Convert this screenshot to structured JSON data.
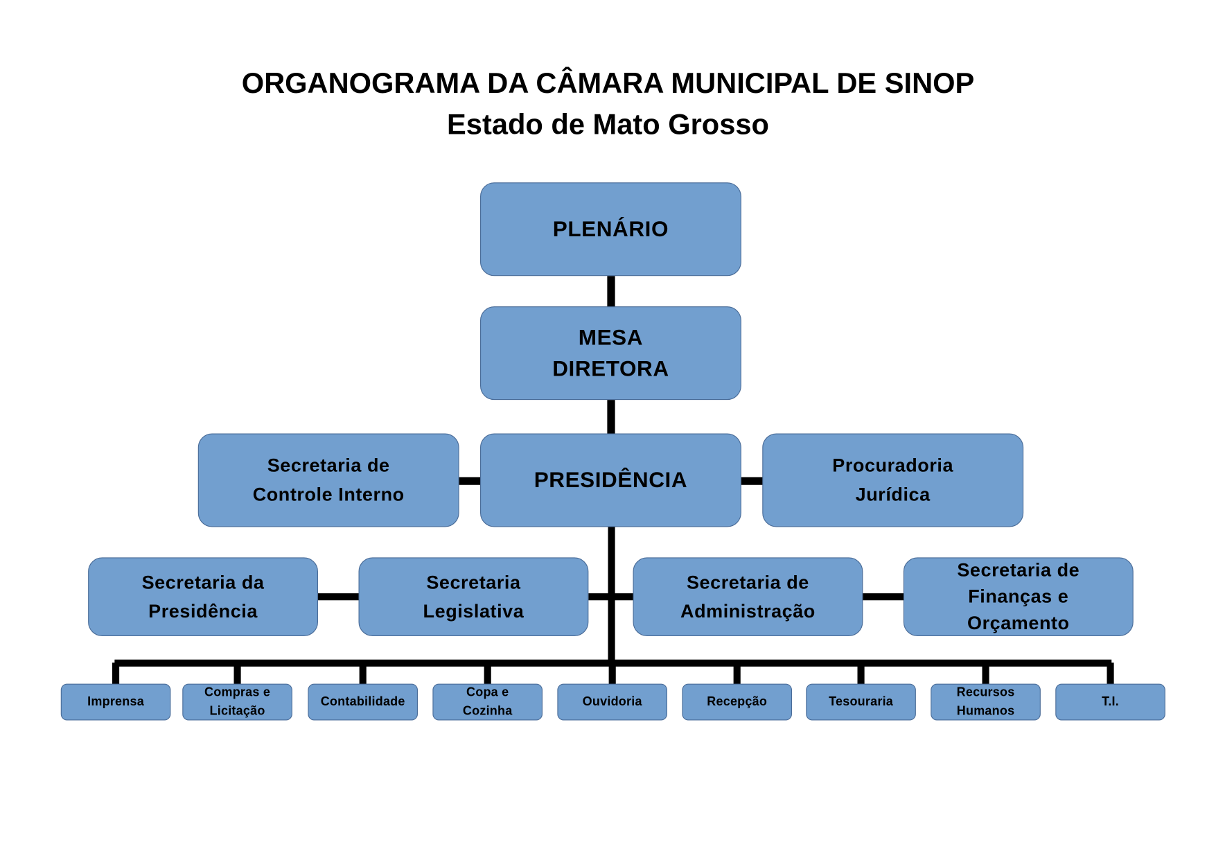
{
  "title": "ORGANOGRAMA DA CÂMARA MUNICIPAL DE SINOP",
  "subtitle": "Estado de Mato Grosso",
  "colors": {
    "box_fill": "#729fcf",
    "box_border": "#4a6c98",
    "connector": "#000000"
  },
  "nodes": {
    "plenario": "PLENÁRIO",
    "mesa": "MESA\nDIRETORA",
    "presidencia": "PRESIDÊNCIA",
    "controle_interno": "Secretaria de\nControle Interno",
    "procuradoria": "Procuradoria\nJurídica",
    "sec_presidencia": "Secretaria da\nPresidência",
    "legislativa": "Secretaria\nLegislativa",
    "administracao": "Secretaria de\nAdministração",
    "financas": "Secretaria de\nFinanças e\nOrçamento"
  },
  "units": [
    "Imprensa",
    "Compras e\nLicitação",
    "Contabilidade",
    "Copa e\nCozinha",
    "Ouvidoria",
    "Recepção",
    "Tesouraria",
    "Recursos\nHumanos",
    "T.I."
  ]
}
